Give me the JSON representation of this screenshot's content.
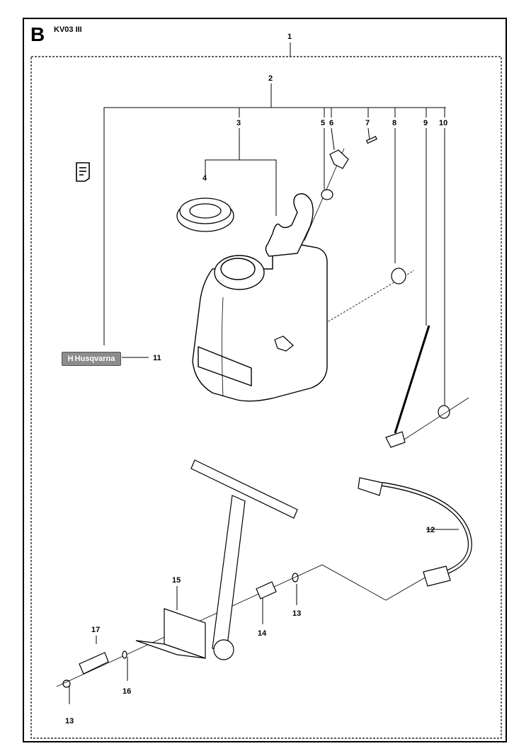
{
  "header": {
    "section_letter": "B",
    "model_code": "KV03 III"
  },
  "badge": {
    "brand_text": "Husqvarna",
    "brand_mark": "H",
    "icon": "husqvarna-logo-icon"
  },
  "doc_icon": "document-icon",
  "callouts": [
    "1",
    "2",
    "3",
    "4",
    "5",
    "6",
    "7",
    "8",
    "9",
    "10",
    "11",
    "12",
    "13",
    "13",
    "14",
    "15",
    "16",
    "17"
  ]
}
